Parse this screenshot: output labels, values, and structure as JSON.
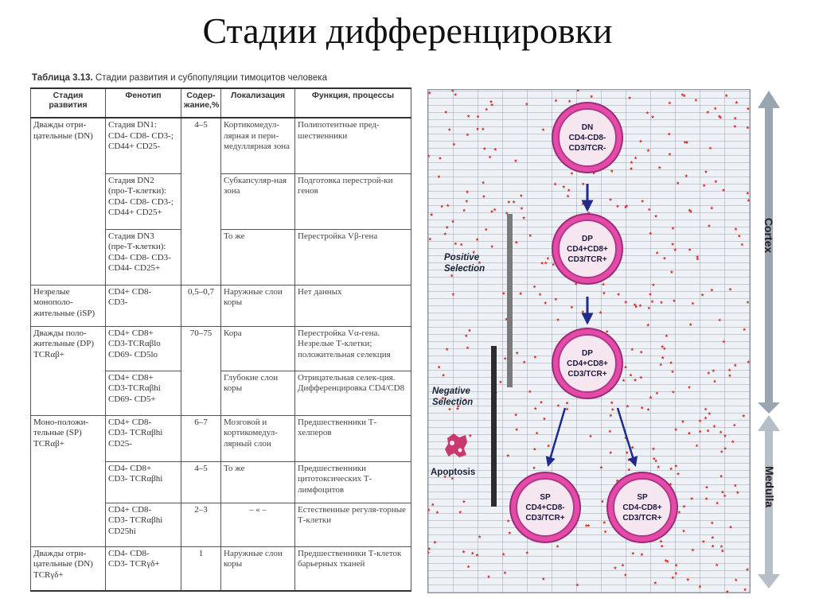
{
  "slide": {
    "title": "Стадии дифференцировки"
  },
  "table": {
    "caption_number": "Таблица 3.13.",
    "caption_text": "Стадии развития и субпопуляции тимоцитов человека",
    "headers": {
      "stage": "Стадия развития",
      "phenotype": "Фенотип",
      "content": "Содер-жание,%",
      "location": "Локализация",
      "function": "Функция, процессы"
    },
    "rows": {
      "dn_stage": "Дважды отри-цательные (DN)",
      "dn1_pheno_a": "Стадия DN1:",
      "dn1_pheno_b": "CD4- CD8- CD3-;",
      "dn1_pheno_c": "CD44+ CD25-",
      "dn_pct": "4–5",
      "dn1_loc": "Кортикомедул-лярная и пери-медуллярная зона",
      "dn1_fn": "Полипотентные пред-шественники",
      "dn2_pheno_a": "Стадия DN2",
      "dn2_pheno_b": "(про-Т-клетки):",
      "dn2_pheno_c": "CD4- CD8- CD3-;",
      "dn2_pheno_d": "CD44+ CD25+",
      "dn2_loc": "Субкапсуляр-ная зона",
      "dn2_fn": "Подготовка перестрой-ки генов",
      "dn3_pheno_a": "Стадия DN3",
      "dn3_pheno_b": "(пре-Т-клетки):",
      "dn3_pheno_c": "CD4- CD8- CD3-",
      "dn3_pheno_d": "CD44- CD25+",
      "dn3_loc": "То же",
      "dn3_fn": "Перестройка Vβ-гена",
      "isp_stage": "Незрелые монополо-жительные (iSP)",
      "isp_pheno_a": "CD4+ CD8-",
      "isp_pheno_b": "CD3-",
      "isp_pct": "0,5–0,7",
      "isp_loc": "Наружные слои коры",
      "isp_fn": "Нет данных",
      "dp_stage": "Дважды поло-жительные (DP) TCRαβ+",
      "dp1_pheno_a": "CD4+ CD8+",
      "dp1_pheno_b": "CD3-TCRαβlo",
      "dp1_pheno_c": "CD69- CD5lo",
      "dp_pct": "70–75",
      "dp1_loc": "Кора",
      "dp1_fn": "Перестройка Vα-гена. Незрелые Т-клетки; положительная селекция",
      "dp2_pheno_a": "CD4+ CD8+",
      "dp2_pheno_b": "CD3-TCRαβhi",
      "dp2_pheno_c": "CD69- CD5+",
      "dp2_loc": "Глубокие слои коры",
      "dp2_fn": "Отрицательная селек-ция. Дифференцировка CD4/CD8",
      "sp_stage": "Моно-положи-тельные (SP) TCRαβ+",
      "sp1_pheno_a": "CD4+ CD8-",
      "sp1_pheno_b": "CD3- TCRαβhi",
      "sp1_pheno_c": "CD25-",
      "sp1_pct": "6–7",
      "sp1_loc": "Мозговой и кортикомедул-лярный слои",
      "sp1_fn": "Предшественники Т-хелперов",
      "sp2_pheno_a": "CD4- CD8+",
      "sp2_pheno_b": "CD3- TCRαβhi",
      "sp2_pct": "4–5",
      "sp2_loc": "То же",
      "sp2_fn": "Предшественники цитотоксических Т-лимфоцитов",
      "sp3_pheno_a": "CD4+ CD8-",
      "sp3_pheno_b": "CD3- TCRαβhi",
      "sp3_pheno_c": "CD25hi",
      "sp3_pct": "2–3",
      "sp3_loc": "– « –",
      "sp3_fn": "Естественные регуля-торные Т-клетки",
      "gd_stage": "Дважды отри-цательные (DN) TCRγδ+",
      "gd_pheno_a": "CD4- CD8-",
      "gd_pheno_b": "CD3- TCRγδ+",
      "gd_pct": "1",
      "gd_loc": "Наружные слои коры",
      "gd_fn": "Предшественники Т-клеток барьерных тканей"
    }
  },
  "diagram": {
    "cells": [
      {
        "name": "DN",
        "line1": "CD4-CD8-",
        "line2": "CD3/TCR-"
      },
      {
        "name": "DP",
        "line1": "CD4+CD8+",
        "line2": "CD3/TCR+"
      },
      {
        "name": "DP",
        "line1": "CD4+CD8+",
        "line2": "CD3/TCR+"
      },
      {
        "name": "SP",
        "line1": "CD4+CD8-",
        "line2": "CD3/TCR+"
      },
      {
        "name": "SP",
        "line1": "CD4-CD8+",
        "line2": "CD3/TCR+"
      }
    ],
    "positive_selection": "Positive Selection",
    "negative_selection": "Negative Selection",
    "apoptosis": "Apoptosis",
    "cortex": "Cortex",
    "medulla": "Medulla",
    "colors": {
      "cell_ring": "#e54aa9",
      "arrow": "#1f2a8a",
      "star": "#d8312b",
      "positive_bar": "#7a7a7a",
      "negative_bar": "#2d2d2d",
      "axis_arrow": "#9aa5b2"
    }
  }
}
